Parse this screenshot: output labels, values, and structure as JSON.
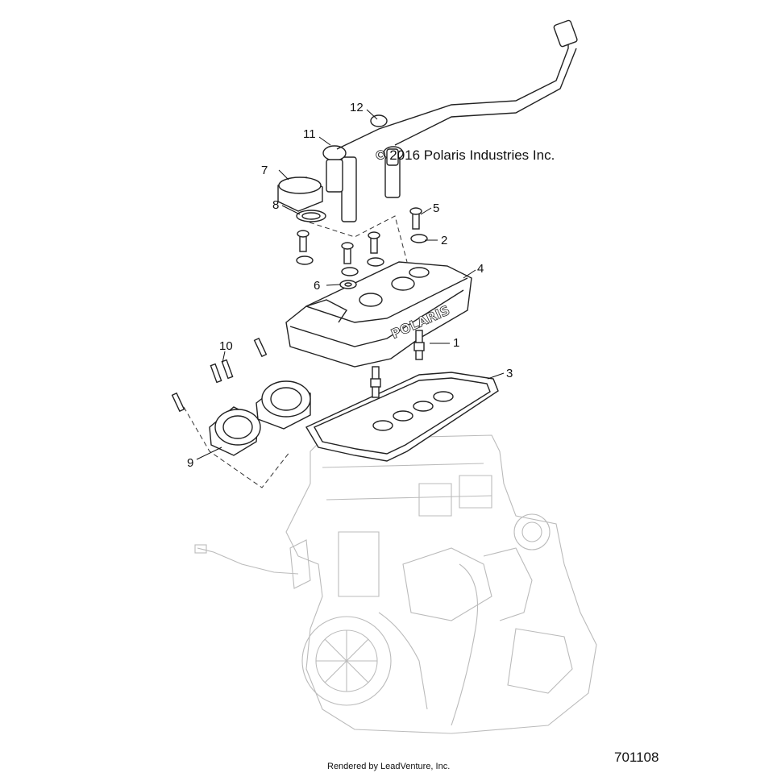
{
  "diagram": {
    "copyright": "© 2016 Polaris Industries Inc.",
    "footer_rendered_by": "Rendered by LeadVenture, Inc.",
    "drawing_number": "701108",
    "callouts": [
      {
        "id": "1",
        "label": "1"
      },
      {
        "id": "2",
        "label": "2"
      },
      {
        "id": "3",
        "label": "3"
      },
      {
        "id": "4",
        "label": "4"
      },
      {
        "id": "5",
        "label": "5"
      },
      {
        "id": "6",
        "label": "6"
      },
      {
        "id": "7",
        "label": "7"
      },
      {
        "id": "8",
        "label": "8"
      },
      {
        "id": "9",
        "label": "9"
      },
      {
        "id": "10",
        "label": "10"
      },
      {
        "id": "11",
        "label": "11"
      },
      {
        "id": "12",
        "label": "12"
      }
    ]
  }
}
